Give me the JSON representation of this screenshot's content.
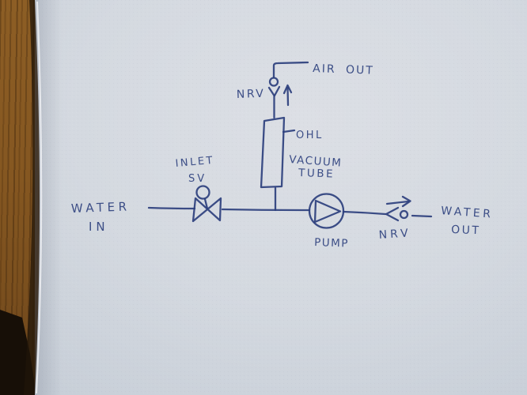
{
  "labels": {
    "water_in": {
      "line1": "WATER",
      "line2": "IN"
    },
    "inlet_valve": {
      "line1": "INLET",
      "line2": "SV"
    },
    "vent_nrv": "NRV",
    "air_out": "AIR OUT",
    "ohl": "OHL",
    "vacuum_tube": {
      "line1": "VACUUM",
      "line2": "TUBE"
    },
    "pump": "PUMP",
    "outlet_nrv": "NRV",
    "water_out": {
      "line1": "WATER",
      "line2": "OUT"
    }
  },
  "colors": {
    "ink": "#2c3f7d",
    "paper_light": "#dde0e6",
    "paper_dark": "#c9cfd8",
    "wood": "#855721",
    "edge_shadow": "#170f07"
  }
}
